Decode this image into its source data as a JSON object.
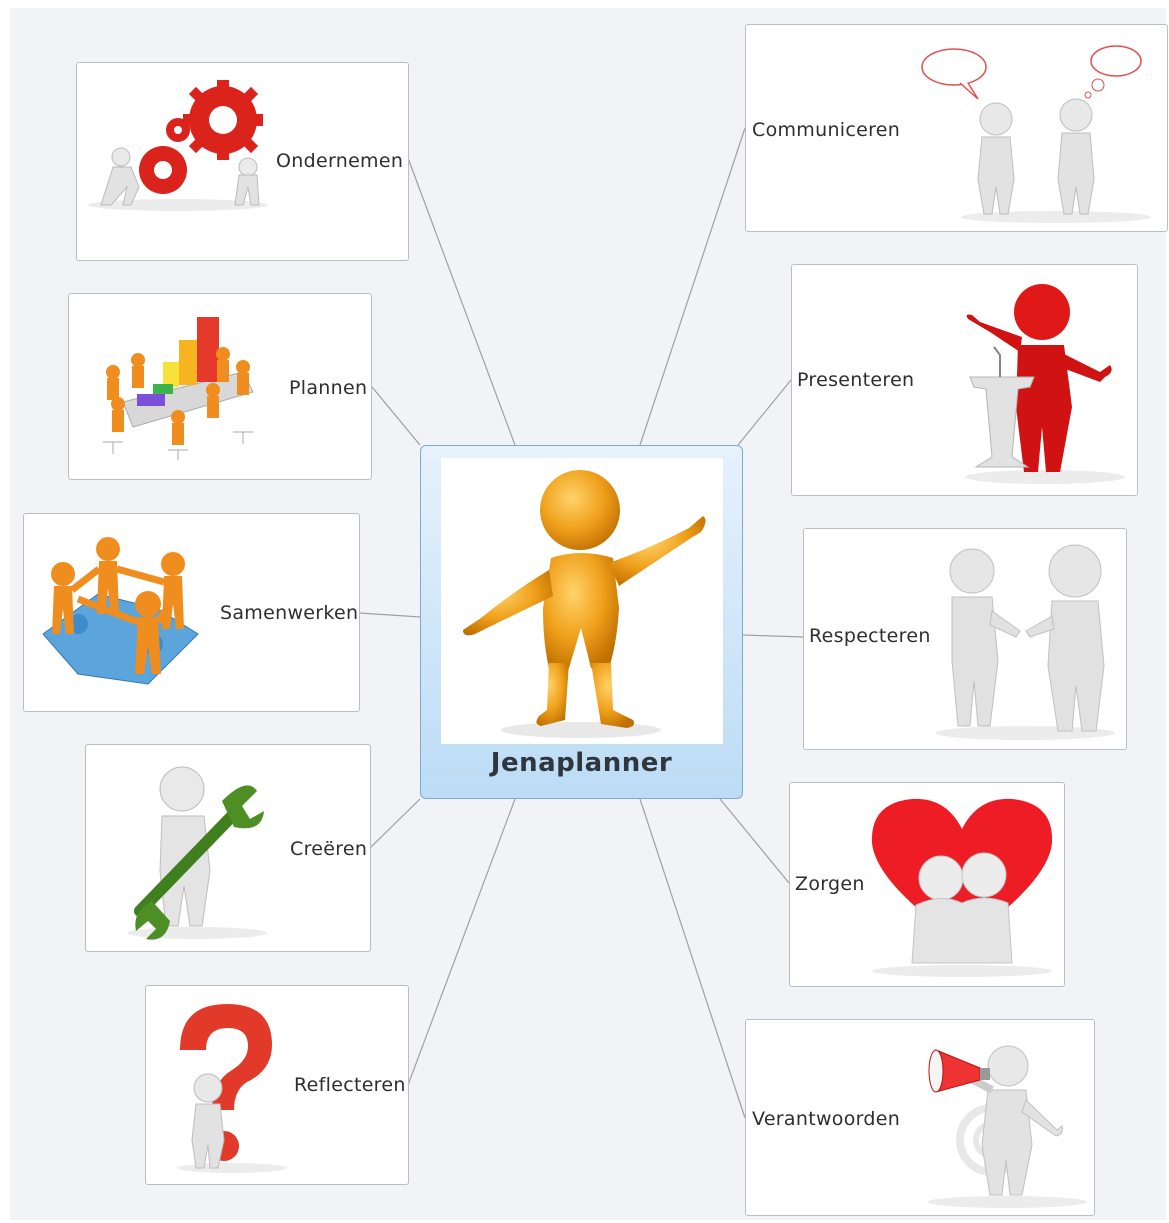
{
  "center": {
    "title": "Jenaplanner",
    "figure_color": "#f0a11c"
  },
  "topics_left": [
    {
      "label": "Ondernemen",
      "icon": "gears-icon"
    },
    {
      "label": "Plannen",
      "icon": "meeting-chart-icon"
    },
    {
      "label": "Samenwerken",
      "icon": "puzzle-team-icon"
    },
    {
      "label": "Creëren",
      "icon": "wrench-icon"
    },
    {
      "label": "Reflecteren",
      "icon": "question-mark-icon"
    }
  ],
  "topics_right": [
    {
      "label": "Communiceren",
      "icon": "speech-bubbles-icon"
    },
    {
      "label": "Presenteren",
      "icon": "podium-icon"
    },
    {
      "label": "Respecteren",
      "icon": "handshake-icon"
    },
    {
      "label": "Zorgen",
      "icon": "heart-icon"
    },
    {
      "label": "Verantwoorden",
      "icon": "megaphone-icon"
    }
  ],
  "colors": {
    "background": "#f1f3f6",
    "connector": "#9aa0a6",
    "central_border": "#7aaad6",
    "accent_red": "#d9231b"
  }
}
